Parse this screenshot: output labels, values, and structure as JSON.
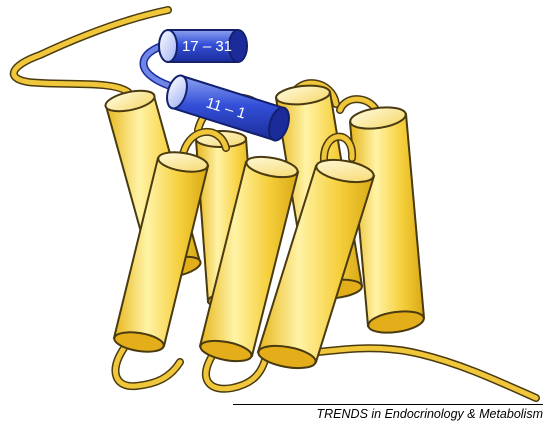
{
  "figure": {
    "credit": "TRENDS in Endocrinology & Metabolism",
    "helix_labels": {
      "upper": "17 – 31",
      "lower": "11 – 1"
    }
  },
  "colors": {
    "transmembrane_helix": "#f6cf3c",
    "helix_highlight": "#fff6b8",
    "peptide_helix": "#2c44c8",
    "peptide_highlight": "#b8c4f4",
    "loop": "#e9b51c",
    "outline": "#4a3a10"
  }
}
